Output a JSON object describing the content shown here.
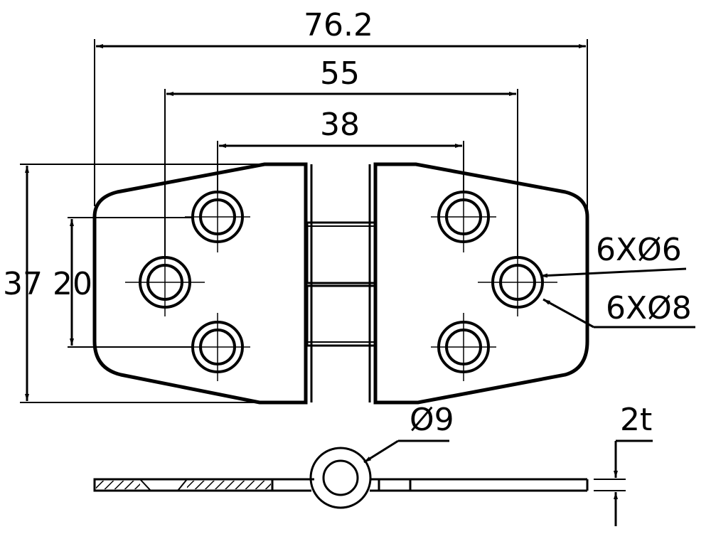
{
  "dimensions": {
    "overall_width": "76.2",
    "hole_span_outer": "55",
    "hole_span_inner": "38",
    "overall_height": "37",
    "hole_vertical_spacing": "20",
    "small_hole_callout": "6XØ6",
    "large_hole_callout": "6XØ8",
    "knuckle_diameter": "Ø9",
    "thickness": "2t"
  },
  "colors": {
    "line": "#000000",
    "background": "#ffffff"
  }
}
